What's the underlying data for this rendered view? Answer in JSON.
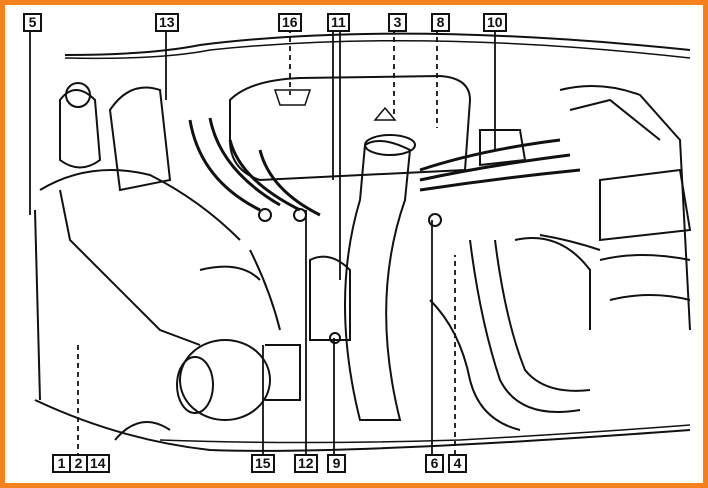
{
  "callouts": {
    "c5": "5",
    "c13": "13",
    "c16": "16",
    "c11": "11",
    "c3": "3",
    "c8": "8",
    "c10": "10",
    "c1": "1",
    "c2": "2",
    "c14": "14",
    "c15": "15",
    "c12": "12",
    "c9": "9",
    "c6": "6",
    "c4": "4"
  },
  "colors": {
    "border": "#f5801e",
    "line": "#111111"
  }
}
